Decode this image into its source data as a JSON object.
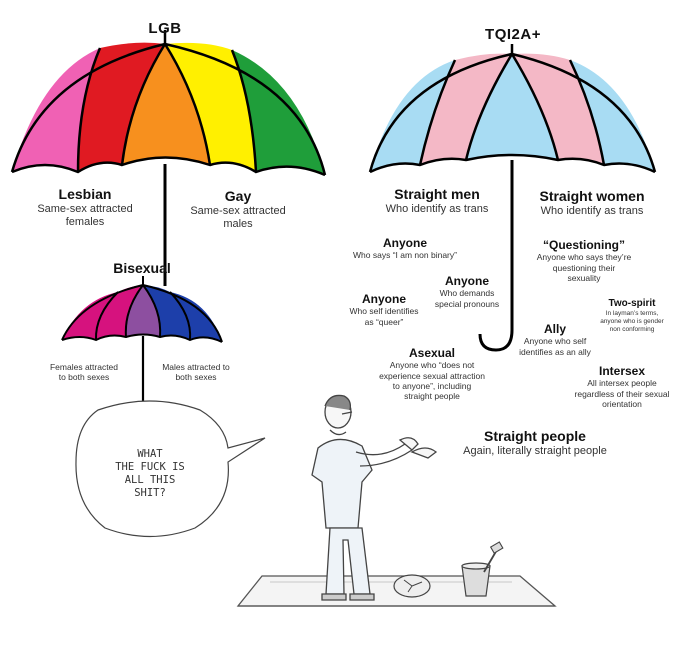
{
  "left_umbrella": {
    "title": "LGB",
    "colors": [
      "#f061b4",
      "#e01a22",
      "#f7901e",
      "#fff000",
      "#f0d800",
      "#1f9e3a",
      "#167f2c"
    ],
    "lesbian": {
      "label": "Lesbian",
      "desc_line1": "Same-sex attracted",
      "desc_line2": "females"
    },
    "gay": {
      "label": "Gay",
      "desc_line1": "Same-sex attracted",
      "desc_line2": "males"
    }
  },
  "bisexual_umbrella": {
    "label": "Bisexual",
    "colors": [
      "#d6127e",
      "#8d4fa0",
      "#1d3faa"
    ],
    "females": {
      "line1": "Females attracted",
      "line2": "to both sexes"
    },
    "males": {
      "line1": "Males attracted to",
      "line2": "both sexes"
    }
  },
  "speech_bubble": {
    "line1": "WHAT",
    "line2": "THE FUCK IS",
    "line3": "ALL THIS",
    "line4": "SHIT?"
  },
  "right_umbrella": {
    "title": "TQI2A+",
    "colors": [
      "#a8dcf3",
      "#f4b8c6",
      "#ffffff"
    ],
    "straight_men": {
      "label": "Straight men",
      "desc": "Who identify as trans"
    },
    "straight_women": {
      "label": "Straight women",
      "desc": "Who identify as trans"
    },
    "anyone_nb": {
      "label": "Anyone",
      "desc": "Who says “I am non binary”"
    },
    "questioning": {
      "label": "“Questioning”",
      "desc_line1": "Anyone who says they’re",
      "desc_line2": "questioning their",
      "desc_line3": "sexuality"
    },
    "anyone_pronouns": {
      "label": "Anyone",
      "desc_line1": "Who demands",
      "desc_line2": "special pronouns"
    },
    "anyone_queer": {
      "label": "Anyone",
      "desc_line1": "Who self identifies",
      "desc_line2": "as “queer”"
    },
    "two_spirit": {
      "label": "Two-spirit",
      "desc_line1": "In layman’s terms,",
      "desc_line2": "anyone who is gender",
      "desc_line3": "non conforming"
    },
    "ally": {
      "label": "Ally",
      "desc_line1": "Anyone who self",
      "desc_line2": "identifies as an ally"
    },
    "asexual": {
      "label": "Asexual",
      "desc_line1": "Anyone who “does not",
      "desc_line2": "experience sexual attraction",
      "desc_line3": "to anyone”, including",
      "desc_line4": "straight people"
    },
    "intersex": {
      "label": "Intersex",
      "desc_line1": "All intersex people",
      "desc_line2": "regardless of their sexual",
      "desc_line3": "orientation"
    },
    "straight_people": {
      "label": "Straight people",
      "desc": "Again, literally straight people"
    }
  }
}
